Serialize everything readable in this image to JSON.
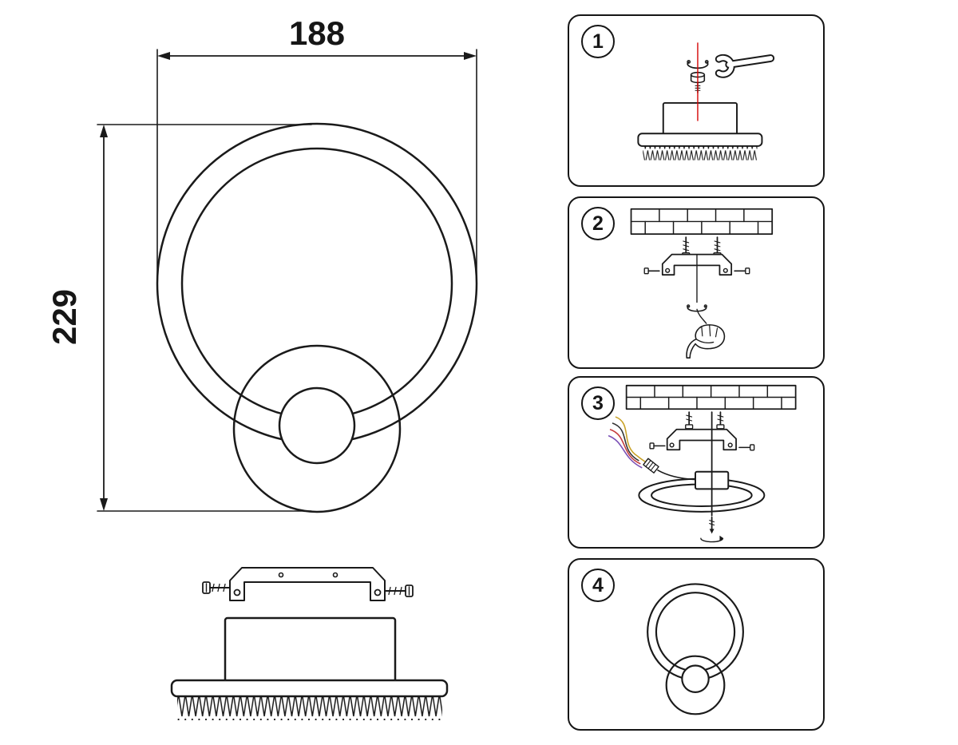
{
  "drawing": {
    "width_label": "188",
    "height_label": "229"
  },
  "steps": [
    {
      "number": "1"
    },
    {
      "number": "2"
    },
    {
      "number": "3"
    },
    {
      "number": "4"
    }
  ],
  "colors": {
    "ink": "#1a1a1a",
    "guide_line_red": "#d40000",
    "wire_yellow": "#c9a227",
    "wire_red": "#c43b3b",
    "wire_purple": "#7a4fb5",
    "wire_dark": "#333333"
  }
}
